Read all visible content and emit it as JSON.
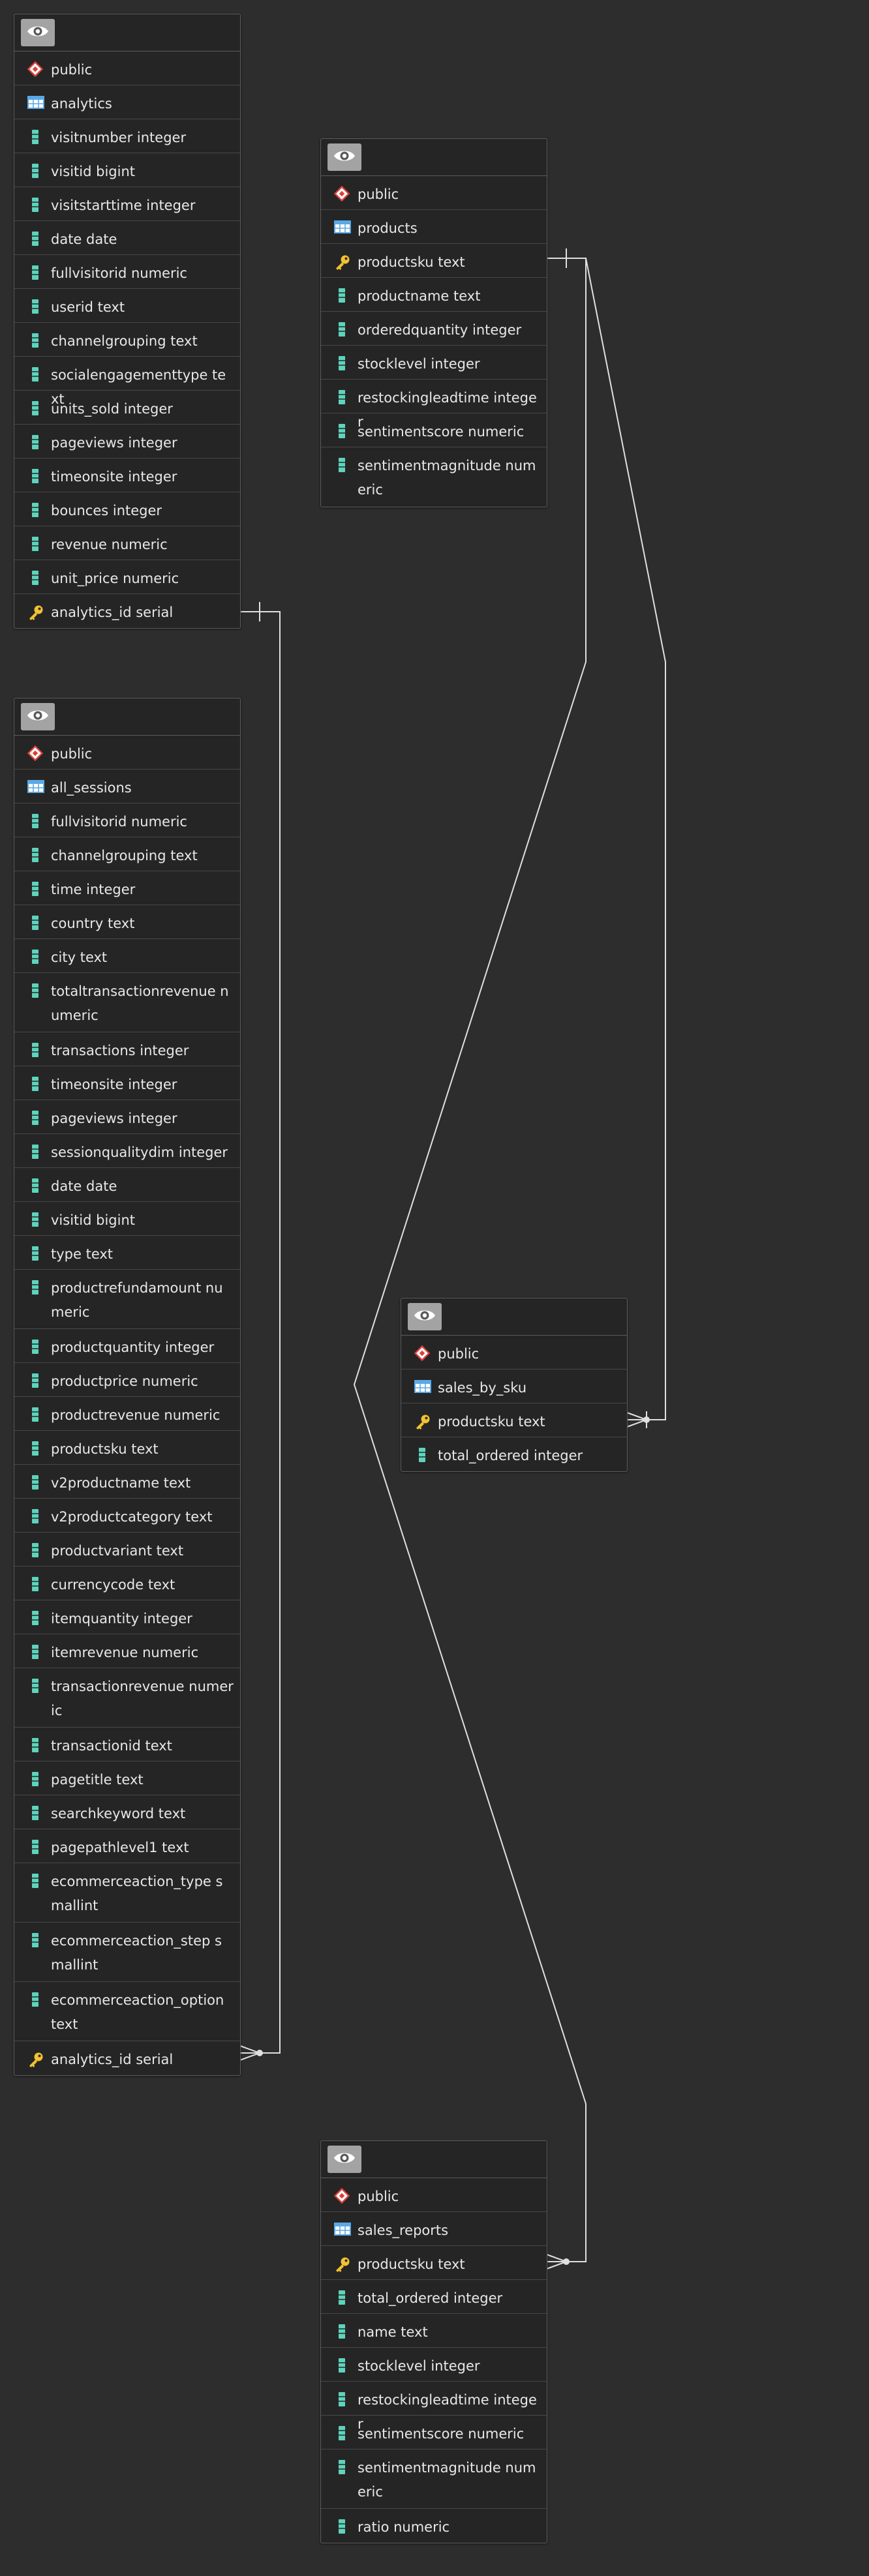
{
  "diagram": {
    "tables": [
      {
        "id": "analytics",
        "schema": "public",
        "name": "analytics",
        "columns": [
          {
            "label": "visitnumber integer",
            "icon": "column-icon"
          },
          {
            "label": "visitid bigint",
            "icon": "column-icon"
          },
          {
            "label": "visitstarttime integer",
            "icon": "column-icon"
          },
          {
            "label": "date date",
            "icon": "column-icon"
          },
          {
            "label": "fullvisitorid numeric",
            "icon": "column-icon"
          },
          {
            "label": "userid text",
            "icon": "column-icon"
          },
          {
            "label": "channelgrouping text",
            "icon": "column-icon"
          },
          {
            "label": "socialengagementtype text",
            "icon": "column-icon"
          },
          {
            "label": "units_sold integer",
            "icon": "column-icon"
          },
          {
            "label": "pageviews integer",
            "icon": "column-icon"
          },
          {
            "label": "timeonsite integer",
            "icon": "column-icon"
          },
          {
            "label": "bounces integer",
            "icon": "column-icon"
          },
          {
            "label": "revenue numeric",
            "icon": "column-icon"
          },
          {
            "label": "unit_price numeric",
            "icon": "column-icon"
          },
          {
            "label": "analytics_id serial",
            "icon": "key-icon"
          }
        ]
      },
      {
        "id": "products",
        "schema": "public",
        "name": "products",
        "columns": [
          {
            "label": "productsku text",
            "icon": "key-icon"
          },
          {
            "label": "productname text",
            "icon": "column-icon"
          },
          {
            "label": "orderedquantity integer",
            "icon": "column-icon"
          },
          {
            "label": "stocklevel integer",
            "icon": "column-icon"
          },
          {
            "label": "restockingleadtime integer",
            "icon": "column-icon"
          },
          {
            "label": "sentimentscore numeric",
            "icon": "column-icon"
          },
          {
            "label": "sentimentmagnitude numeric",
            "icon": "column-icon"
          }
        ]
      },
      {
        "id": "all_sessions",
        "schema": "public",
        "name": "all_sessions",
        "columns": [
          {
            "label": "fullvisitorid numeric",
            "icon": "column-icon"
          },
          {
            "label": "channelgrouping text",
            "icon": "column-icon"
          },
          {
            "label": "time integer",
            "icon": "column-icon"
          },
          {
            "label": "country text",
            "icon": "column-icon"
          },
          {
            "label": "city text",
            "icon": "column-icon"
          },
          {
            "label": "totaltransactionrevenue numeric",
            "icon": "column-icon"
          },
          {
            "label": "transactions integer",
            "icon": "column-icon"
          },
          {
            "label": "timeonsite integer",
            "icon": "column-icon"
          },
          {
            "label": "pageviews integer",
            "icon": "column-icon"
          },
          {
            "label": "sessionqualitydim integer",
            "icon": "column-icon"
          },
          {
            "label": "date date",
            "icon": "column-icon"
          },
          {
            "label": "visitid bigint",
            "icon": "column-icon"
          },
          {
            "label": "type text",
            "icon": "column-icon"
          },
          {
            "label": "productrefundamount numeric",
            "icon": "column-icon"
          },
          {
            "label": "productquantity integer",
            "icon": "column-icon"
          },
          {
            "label": "productprice numeric",
            "icon": "column-icon"
          },
          {
            "label": "productrevenue numeric",
            "icon": "column-icon"
          },
          {
            "label": "productsku text",
            "icon": "column-icon"
          },
          {
            "label": "v2productname text",
            "icon": "column-icon"
          },
          {
            "label": "v2productcategory text",
            "icon": "column-icon"
          },
          {
            "label": "productvariant text",
            "icon": "column-icon"
          },
          {
            "label": "currencycode text",
            "icon": "column-icon"
          },
          {
            "label": "itemquantity integer",
            "icon": "column-icon"
          },
          {
            "label": "itemrevenue numeric",
            "icon": "column-icon"
          },
          {
            "label": "transactionrevenue numeric",
            "icon": "column-icon"
          },
          {
            "label": "transactionid text",
            "icon": "column-icon"
          },
          {
            "label": "pagetitle text",
            "icon": "column-icon"
          },
          {
            "label": "searchkeyword text",
            "icon": "column-icon"
          },
          {
            "label": "pagepathlevel1 text",
            "icon": "column-icon"
          },
          {
            "label": "ecommerceaction_type smallint",
            "icon": "column-icon"
          },
          {
            "label": "ecommerceaction_step smallint",
            "icon": "column-icon"
          },
          {
            "label": "ecommerceaction_option text",
            "icon": "column-icon"
          },
          {
            "label": "analytics_id serial",
            "icon": "key-icon"
          }
        ]
      },
      {
        "id": "sales_by_sku",
        "schema": "public",
        "name": "sales_by_sku",
        "columns": [
          {
            "label": "productsku text",
            "icon": "key-icon"
          },
          {
            "label": "total_ordered integer",
            "icon": "column-icon"
          }
        ]
      },
      {
        "id": "sales_reports",
        "schema": "public",
        "name": "sales_reports",
        "columns": [
          {
            "label": "productsku text",
            "icon": "key-icon"
          },
          {
            "label": "total_ordered integer",
            "icon": "column-icon"
          },
          {
            "label": "name text",
            "icon": "column-icon"
          },
          {
            "label": "stocklevel integer",
            "icon": "column-icon"
          },
          {
            "label": "restockingleadtime integer",
            "icon": "column-icon"
          },
          {
            "label": "sentimentscore numeric",
            "icon": "column-icon"
          },
          {
            "label": "sentimentmagnitude numeric",
            "icon": "column-icon"
          },
          {
            "label": "ratio numeric",
            "icon": "column-icon"
          }
        ]
      }
    ],
    "colors": {
      "background": "#2d2d2d",
      "table_body": "#252525",
      "table_border": "#5c5c5c",
      "row_divider": "#484848",
      "relation_line": "#e0e0e0",
      "schema_icon": "#d9403a",
      "table_icon": "#5aa9e6",
      "column_icon": "#5fd3bc",
      "key_icon": "#f2c230"
    }
  }
}
